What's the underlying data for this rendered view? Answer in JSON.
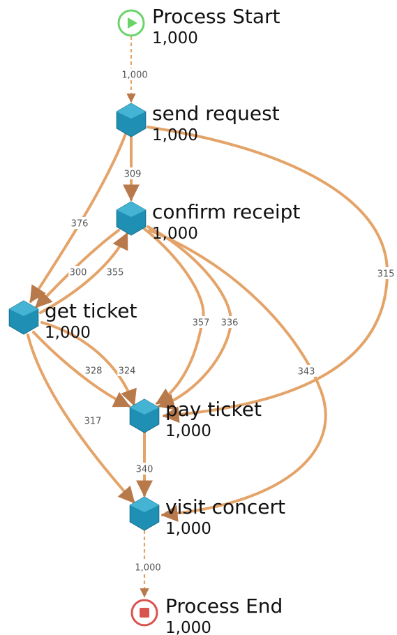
{
  "colors": {
    "edge": "#e4a469",
    "arrow": "#b8794b",
    "activity": "#1f8fb3",
    "start": "#6bd36b",
    "end": "#d9534f"
  },
  "nodes": [
    {
      "id": "start",
      "kind": "start",
      "title": "Process Start",
      "count": "1,000"
    },
    {
      "id": "send",
      "kind": "activity",
      "title": "send request",
      "count": "1,000"
    },
    {
      "id": "confirm",
      "kind": "activity",
      "title": "confirm receipt",
      "count": "1,000"
    },
    {
      "id": "get",
      "kind": "activity",
      "title": "get ticket",
      "count": "1,000"
    },
    {
      "id": "pay",
      "kind": "activity",
      "title": "pay ticket",
      "count": "1,000"
    },
    {
      "id": "visit",
      "kind": "activity",
      "title": "visit concert",
      "count": "1,000"
    },
    {
      "id": "end",
      "kind": "end",
      "title": "Process End",
      "count": "1,000"
    }
  ],
  "edges": [
    {
      "from": "start",
      "to": "send",
      "label": "1,000"
    },
    {
      "from": "send",
      "to": "confirm",
      "label": "309"
    },
    {
      "from": "send",
      "to": "get",
      "label": "376"
    },
    {
      "from": "send",
      "to": "pay",
      "label": "315"
    },
    {
      "from": "confirm",
      "to": "get",
      "label": "300"
    },
    {
      "from": "get",
      "to": "confirm",
      "label": "355"
    },
    {
      "from": "confirm",
      "to": "pay",
      "label": "357"
    },
    {
      "from": "confirm",
      "to": "pay",
      "label": "336"
    },
    {
      "from": "confirm",
      "to": "visit",
      "label": "343"
    },
    {
      "from": "get",
      "to": "pay",
      "label": "328"
    },
    {
      "from": "get",
      "to": "pay",
      "label": "324"
    },
    {
      "from": "get",
      "to": "visit",
      "label": "317"
    },
    {
      "from": "pay",
      "to": "visit",
      "label": "340"
    },
    {
      "from": "visit",
      "to": "end",
      "label": "1,000"
    }
  ]
}
